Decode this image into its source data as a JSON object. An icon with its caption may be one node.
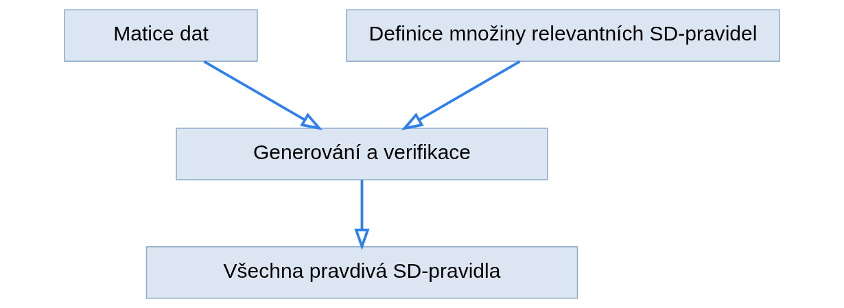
{
  "diagram": {
    "nodes": [
      {
        "text": [
          "Matice dat"
        ]
      },
      {
        "text": [
          "Definice množiny relevantních SD-pravidel"
        ]
      },
      {
        "text": [
          "Generování a verifikace"
        ]
      },
      {
        "text": [
          "Všechna pravdivá SD-pravidla"
        ]
      }
    ],
    "edges": [
      {
        "from": 0,
        "to": 2,
        "arrow": "to"
      },
      {
        "from": 1,
        "to": 2,
        "arrow": "to"
      },
      {
        "from": 2,
        "to": 3,
        "arrow": "to"
      }
    ]
  }
}
